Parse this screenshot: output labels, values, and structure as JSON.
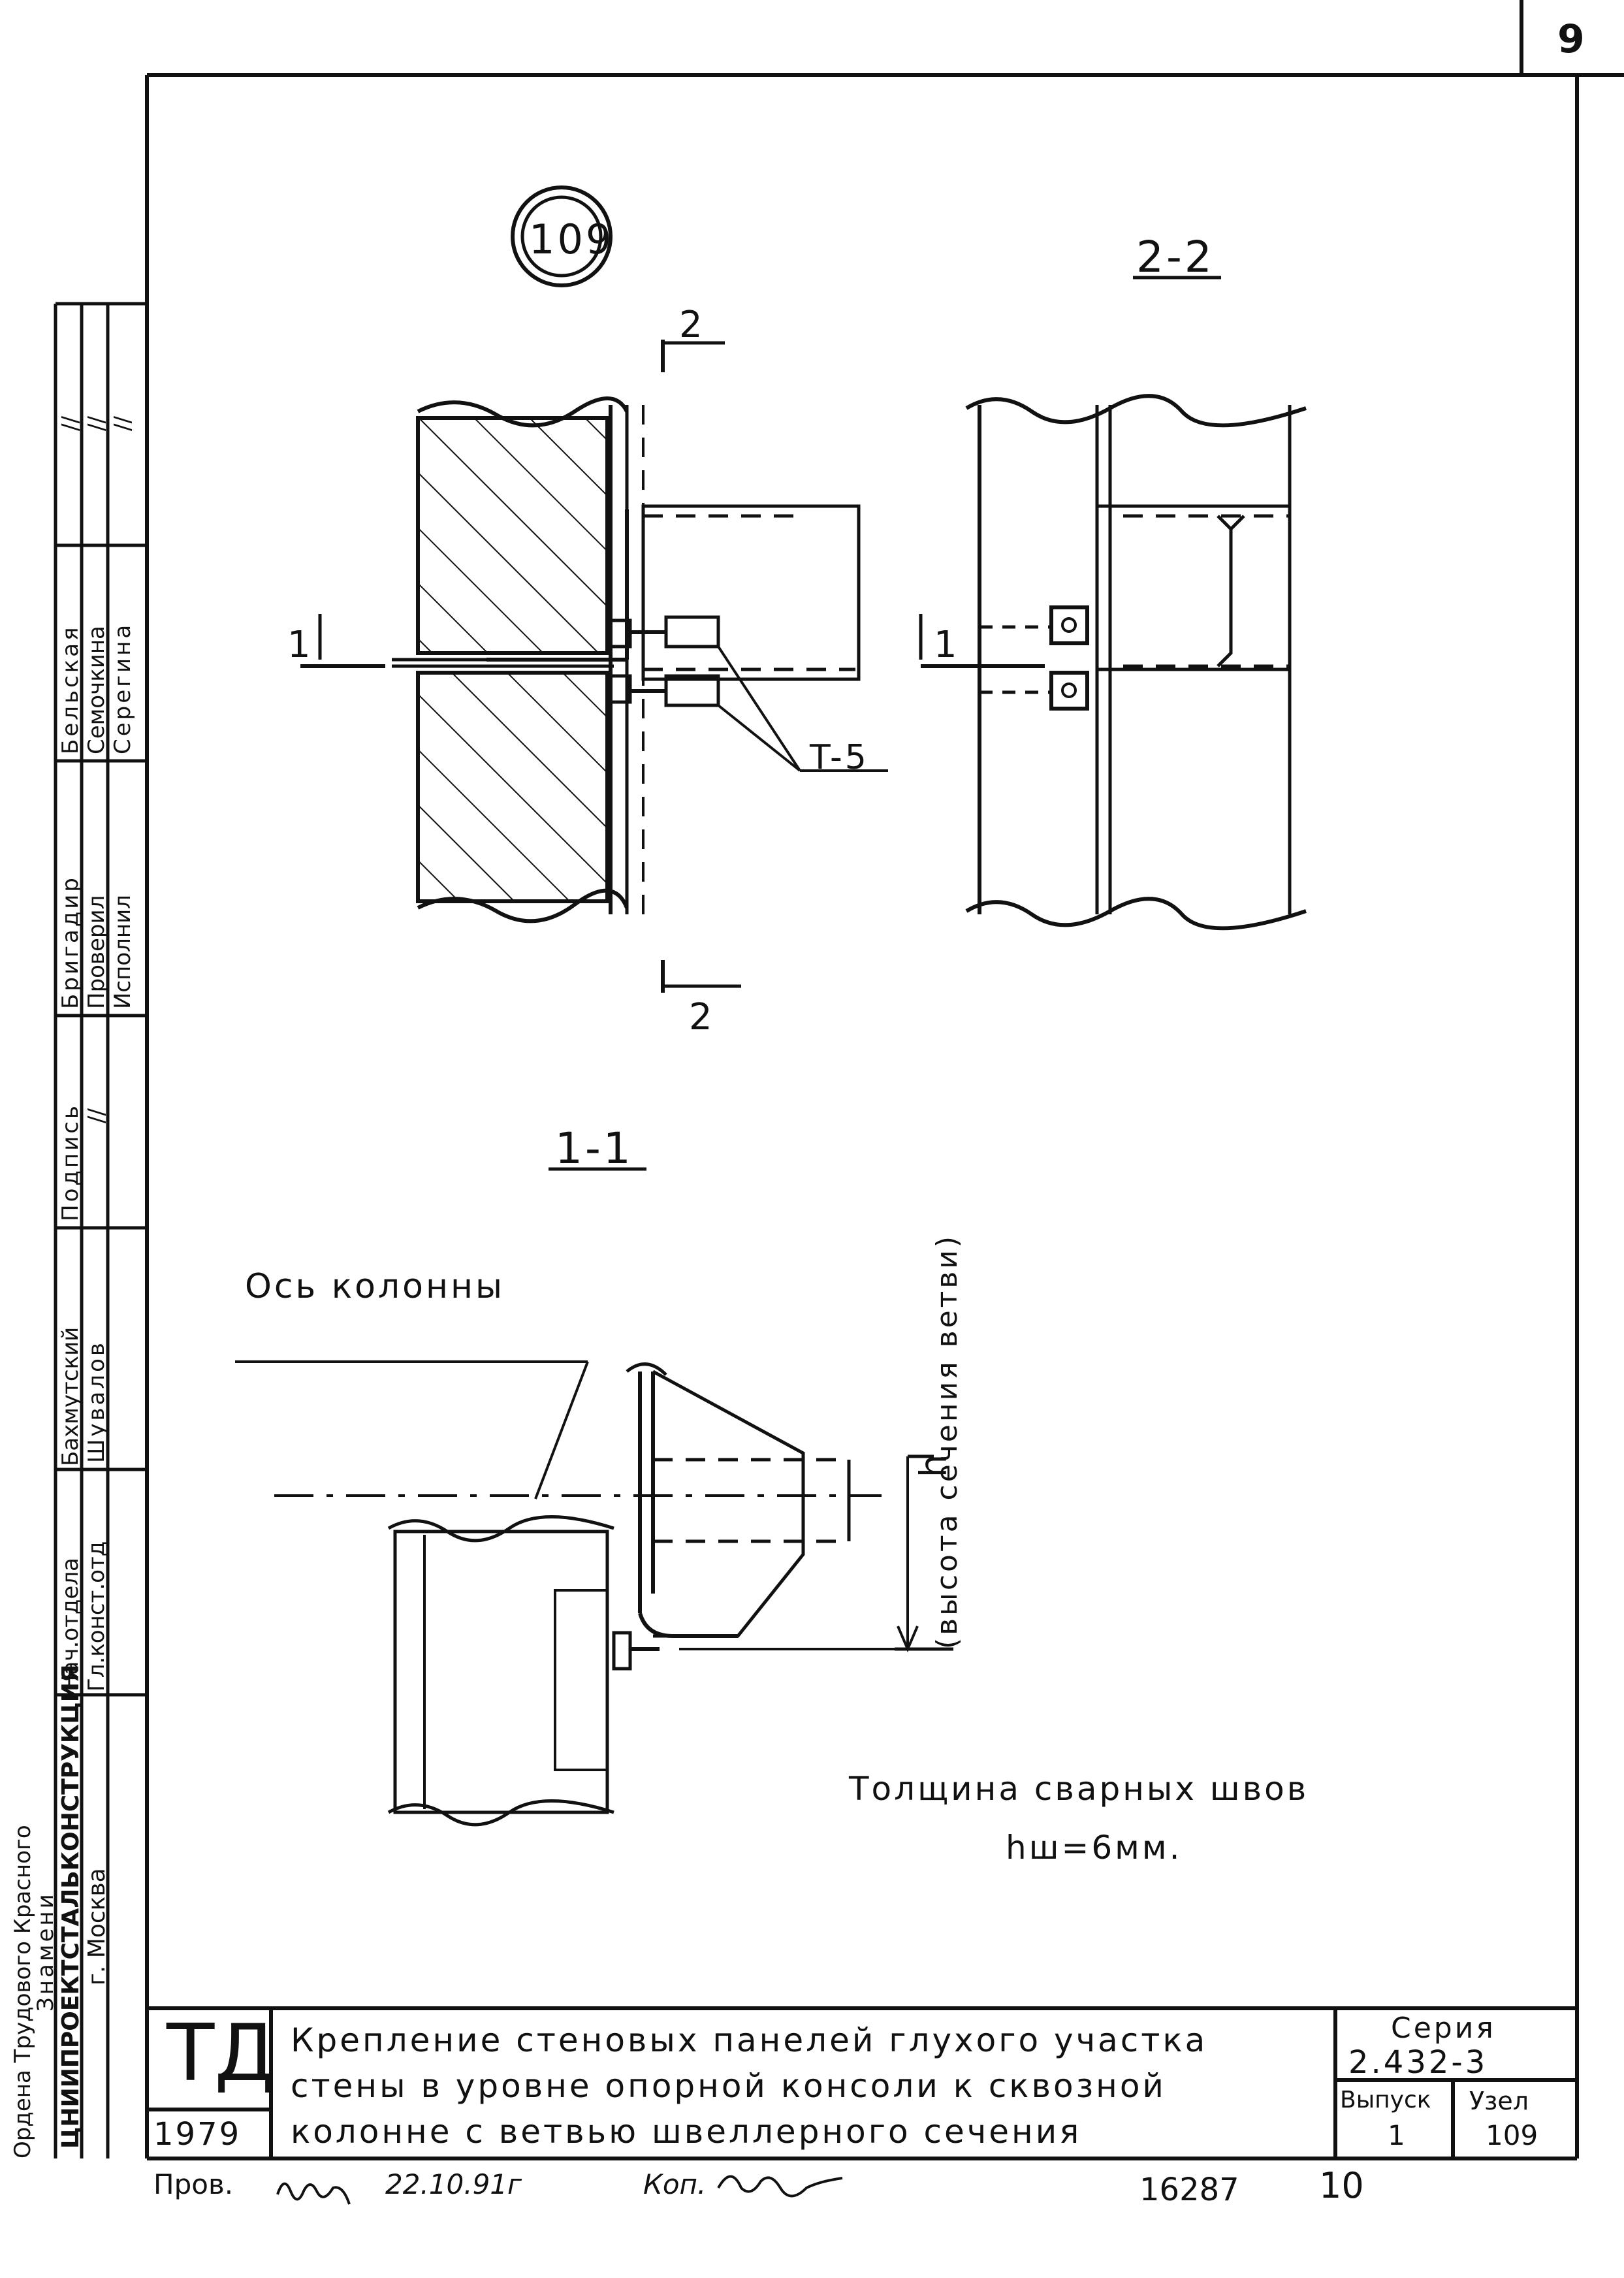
{
  "page_number": "9",
  "node_badge": "109",
  "section_2_2": "2-2",
  "section_1_1": "1-1",
  "cut_2_top": "2",
  "cut_2_bottom": "2",
  "cut_1_left": "1",
  "cut_1_right": "1",
  "weld_ref": "T-5",
  "dim_h": "h",
  "dim_h_note": "(высота сечения ветви)",
  "axis_label": "Ось колонны",
  "weld_note_line1": "Толщина сварных швов",
  "weld_note_line2": "hш=6мм.",
  "side_stamp": {
    "org": {
      "line1": "Ордена Трудового Красного",
      "line2": "Знамени",
      "line3": "ЦНИИПРОЕКТСТАЛЬКОНСТРУКЦИЯ",
      "line4": "г. Москва"
    },
    "col_roles": [
      "Нач.отдела",
      "Гл.конст.отд"
    ],
    "col_names": [
      "Бахмутский",
      "Шувалов"
    ],
    "col_sign_header": "Подпись",
    "col_sign_mark": "//",
    "col_roles2": [
      "Бригадир",
      "Проверил",
      "Исполнил"
    ],
    "col_names2": [
      "Бельская",
      "Семочкина",
      "Серегина"
    ],
    "col_sign2": [
      "//",
      "//",
      "//"
    ]
  },
  "title_block": {
    "logo": "ТД",
    "year": "1979",
    "title_line1": "Крепление стеновых панелей глухого участка",
    "title_line2": "стены в уровне опорной консоли к сквозной",
    "title_line3": "колонне с ветвью швеллерного сечения",
    "series_label": "Серия",
    "series_value": "2.432-3",
    "issue_label": "Выпуск",
    "issue_value": "1",
    "node_label": "Узел",
    "node_value": "109"
  },
  "footer": {
    "checked_label": "Пров.",
    "date": "22.10.91г",
    "copy_label": "Коп.",
    "doc_number": "16287",
    "sheet": "10"
  }
}
